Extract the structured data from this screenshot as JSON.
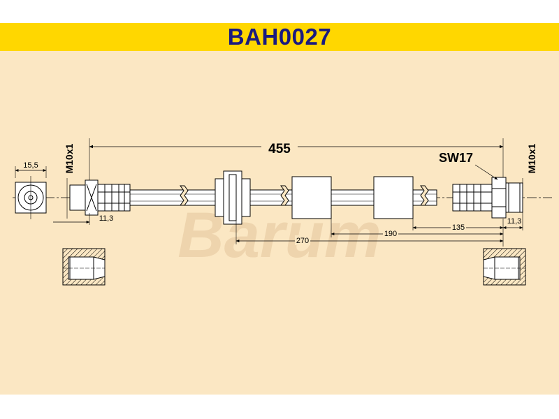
{
  "title": "BAH0027",
  "watermark": "Barum",
  "colors": {
    "title_bg": "#ffd700",
    "title_text": "#1a1a80",
    "drawing_bg": "#fbe7c3",
    "part_fill": "#ffffff",
    "line": "#000000",
    "watermark": "#eed4ad"
  },
  "dimensions": {
    "overall_length": "455",
    "left_thread": "M10x1",
    "right_thread": "M10x1",
    "wrench_size": "SW17",
    "end_diameter": "15,5",
    "left_fitting_length": "11,3",
    "right_fitting_length": "11,3",
    "dist_270": "270",
    "dist_190": "190",
    "dist_135": "135"
  }
}
